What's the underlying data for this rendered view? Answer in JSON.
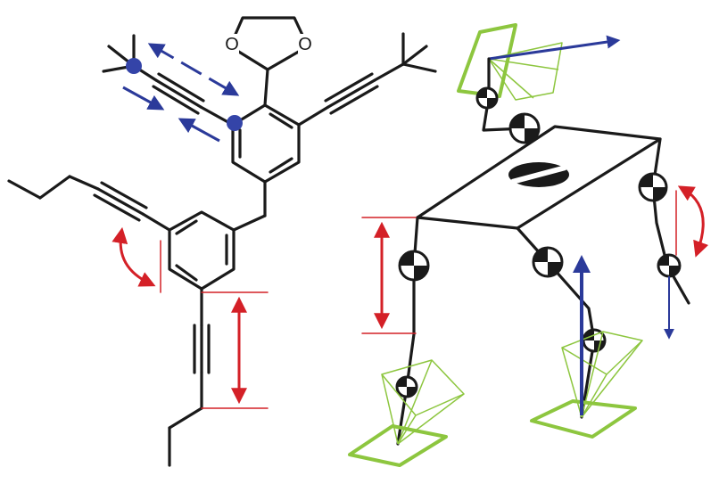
{
  "figure": {
    "panels": [
      "molecule",
      "robot"
    ],
    "colors": {
      "bond": "#1a1a1a",
      "arrow_blue": "#2b3a9a",
      "dimension_red": "#d42027",
      "frame_green": "#8dc63f",
      "joint_fill": "#ffffff"
    },
    "molecule": {
      "groups": [
        "1,3-dioxolane",
        "tert-butyl",
        "tert-butyl",
        "alkyne",
        "alkyne",
        "alkyne",
        "alkyne",
        "propyl",
        "ethyl"
      ],
      "marked_atoms": 2
    },
    "robot": {
      "joint_count": 7,
      "center_of_mass_marker": 1,
      "feet": 2,
      "head": 1
    }
  }
}
